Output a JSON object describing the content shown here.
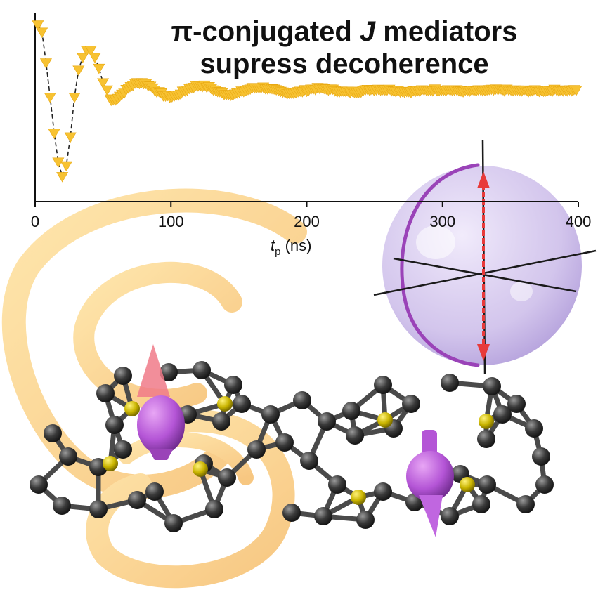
{
  "headline": {
    "line1_pre": "π-conjugated ",
    "line1_italic": "J",
    "line1_post": " mediators",
    "line2": "supress decoherence"
  },
  "colors": {
    "marker": "#F7C232",
    "marker_edge": "#E8A810",
    "axis": "#111111",
    "ribbon": "#F5A524",
    "bond": "#4a4a4a",
    "carbon": "#3a3a3a",
    "sulfur": "#C9B400",
    "spin": "#B455D6",
    "sphere": "#C9B8E8",
    "arrow": "#E83A3A"
  },
  "chart_data": {
    "type": "scatter",
    "marker": "triangle-down",
    "xlabel_main": "t",
    "xlabel_sub": "p",
    "xlabel_unit": " (ns)",
    "xlim": [
      0,
      400
    ],
    "ylim": [
      0,
      1
    ],
    "xticks": [
      0,
      100,
      200,
      300,
      400
    ],
    "xtick_labels": [
      "0",
      "100",
      "200",
      "300",
      "400"
    ],
    "grid": false,
    "series": [
      {
        "x": [
          2,
          5,
          8,
          11,
          14,
          17,
          20,
          23,
          26,
          29,
          32,
          35,
          38,
          41,
          44,
          47,
          50,
          53,
          56
        ],
        "y": [
          0.98,
          0.94,
          0.77,
          0.58,
          0.38,
          0.22,
          0.14,
          0.2,
          0.36,
          0.58,
          0.73,
          0.8,
          0.84,
          0.84,
          0.8,
          0.74,
          0.66,
          0.62,
          0.57
        ]
      }
    ],
    "damped": {
      "start": 56,
      "end": 400,
      "step": 1.6,
      "center": 0.617,
      "amp": 0.055,
      "period": 44,
      "decay": 95,
      "noise": 0.012
    }
  }
}
